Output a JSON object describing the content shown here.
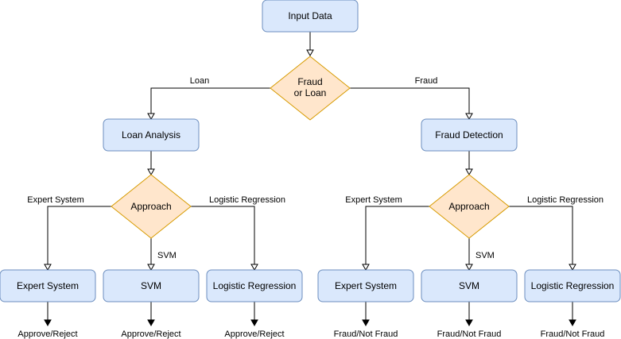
{
  "nodes": {
    "input": "Input Data",
    "decision_line1": "Fraud",
    "decision_line2": "or Loan",
    "loan_analysis": "Loan Analysis",
    "fraud_detection": "Fraud Detection",
    "loan_approach": "Approach",
    "fraud_approach": "Approach",
    "loan_expert": "Expert System",
    "loan_svm": "SVM",
    "loan_logistic": "Logistic Regression",
    "fraud_expert": "Expert System",
    "fraud_svm": "SVM",
    "fraud_logistic": "Logistic Regression"
  },
  "edge_labels": {
    "loan": "Loan",
    "fraud": "Fraud",
    "loan_expert": "Expert System",
    "loan_svm": "SVM",
    "loan_logistic": "Logistic Regression",
    "fraud_expert": "Expert System",
    "fraud_svm": "SVM",
    "fraud_logistic": "Logistic Regression"
  },
  "outputs": {
    "loan_expert": "Approve/Reject",
    "loan_svm": "Approve/Reject",
    "loan_logistic": "Approve/Reject",
    "fraud_expert": "Fraud/Not Fraud",
    "fraud_svm": "Fraud/Not Fraud",
    "fraud_logistic": "Fraud/Not Fraud"
  },
  "colors": {
    "box_fill": "#dae8fc",
    "box_stroke": "#6c8ebf",
    "diamond_fill": "#ffe6cc",
    "diamond_stroke": "#d79b00"
  }
}
